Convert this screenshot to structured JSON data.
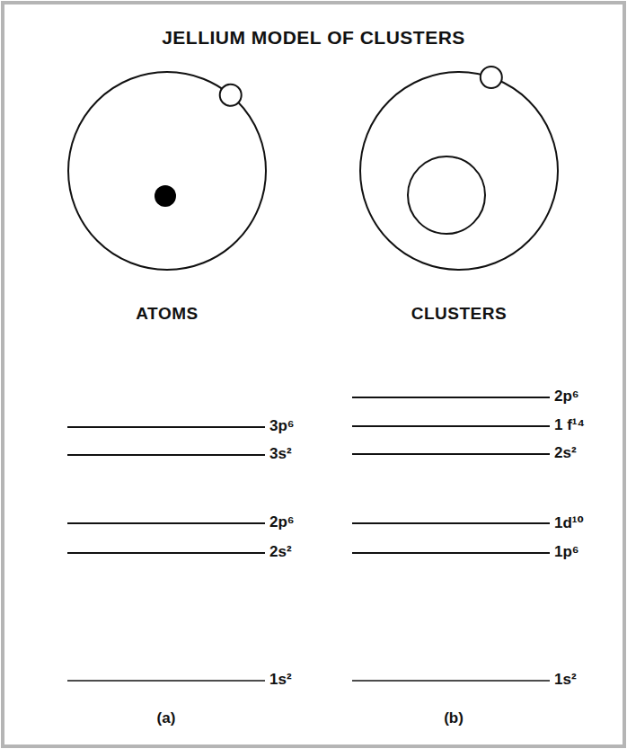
{
  "diagram": {
    "title": "JELLIUM MODEL OF CLUSTERS",
    "nodes": [
      {
        "text": [
          "ATOMS"
        ]
      },
      {
        "text": [
          "CLUSTERS"
        ]
      }
    ],
    "labels": [
      "2p⁶",
      "3p⁶",
      "1 f¹⁴",
      "3s²",
      "2s²",
      "2p⁶",
      "1d¹⁰",
      "2s²",
      "1p⁶",
      "1s²",
      "1s²",
      "(a)",
      "(b)"
    ]
  }
}
